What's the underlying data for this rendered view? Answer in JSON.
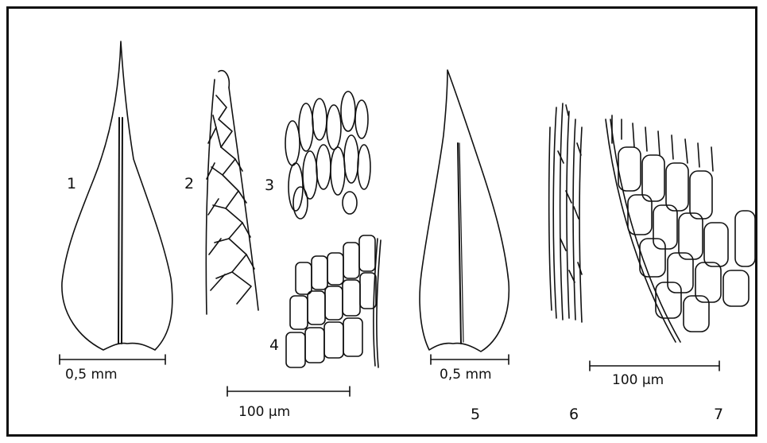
{
  "figure": {
    "labels": [
      "1",
      "2",
      "3",
      "4",
      "5",
      "6",
      "7"
    ],
    "scales": {
      "scale_1": "0,5 mm",
      "scale_2": "100 μm",
      "scale_3": "0,5 mm",
      "scale_4": "100 μm"
    }
  },
  "colors": {
    "ink": "#111111",
    "paper": "#ffffff"
  }
}
